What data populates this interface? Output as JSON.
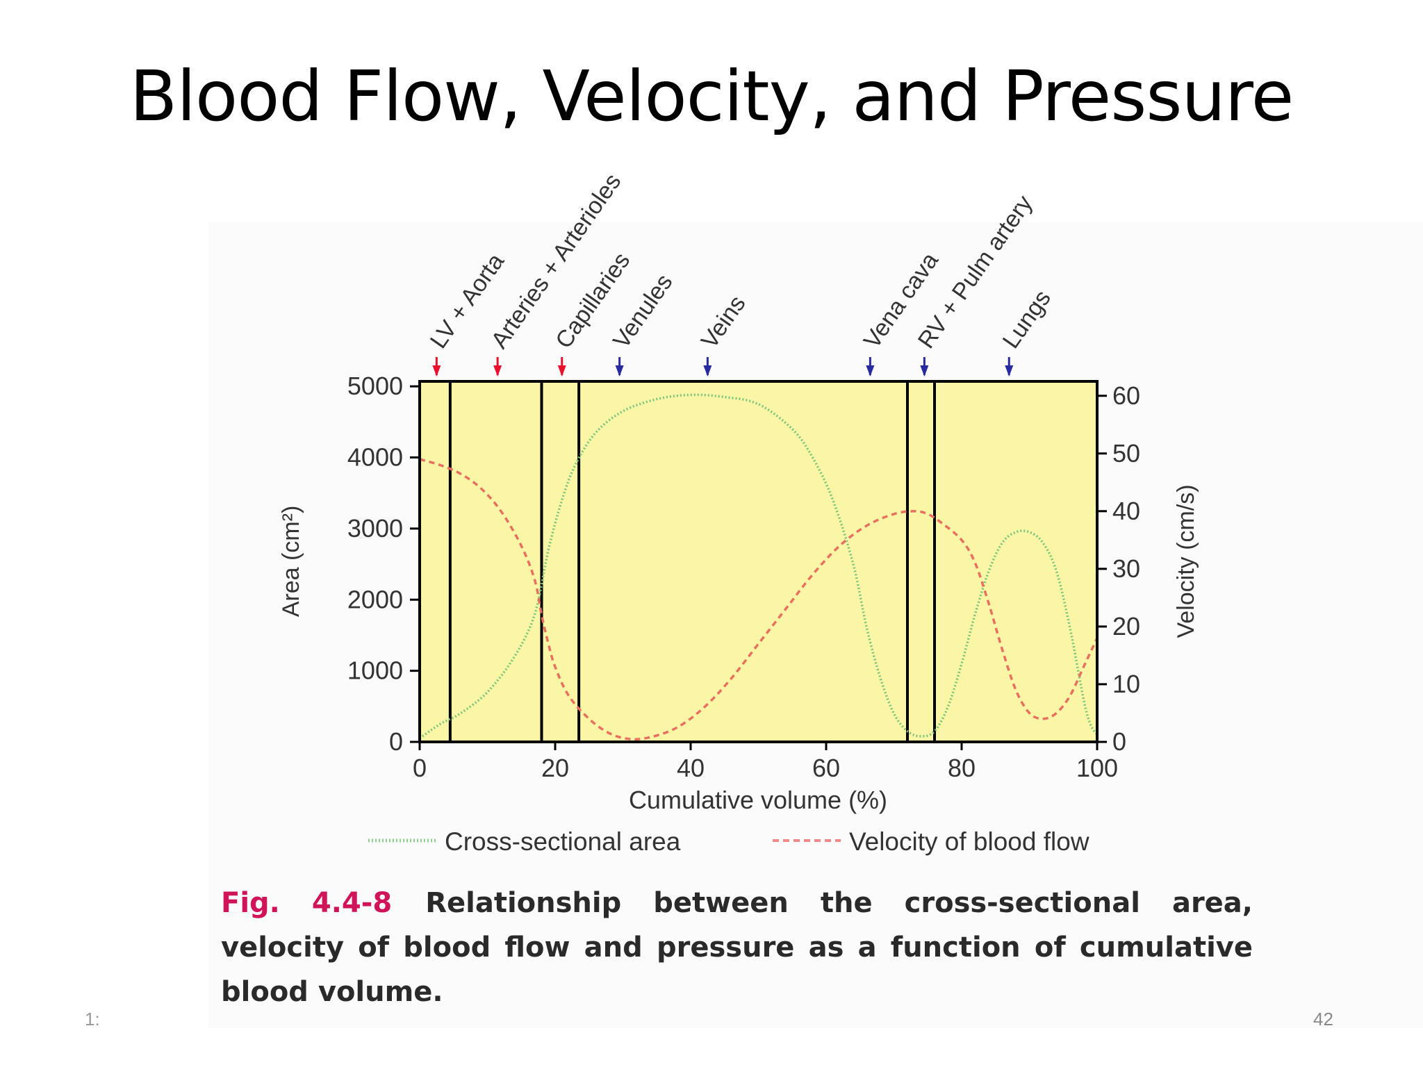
{
  "slide": {
    "title": "Blood Flow, Velocity, and Pressure",
    "footer_left": "1:",
    "page_number": "42"
  },
  "caption": {
    "fig_label": "Fig. 4.4-8",
    "text": "Relationship between the cross-sectional area, velocity of blood flow and pressure as a function of cumulative blood volume."
  },
  "chart_data": {
    "type": "line",
    "title": "",
    "xlabel": "Cumulative volume (%)",
    "ylabel_left": "Area (cm²)",
    "ylabel_right": "Velocity (cm/s)",
    "xlim": [
      0,
      100
    ],
    "ylim_left": [
      0,
      5000
    ],
    "ylim_right": [
      0,
      60
    ],
    "x_ticks": [
      "0",
      "20",
      "40",
      "60",
      "80",
      "100"
    ],
    "y_ticks_left": [
      "0",
      "1000",
      "2000",
      "3000",
      "4000",
      "5000"
    ],
    "y_ticks_right": [
      "0",
      "10",
      "20",
      "30",
      "40",
      "50",
      "60"
    ],
    "region_boundaries": [
      4.5,
      18,
      23.5,
      72,
      76
    ],
    "markers": [
      {
        "label": "LV + Aorta",
        "x": 2.5,
        "color": "#e8102a"
      },
      {
        "label": "Arteries + Arterioles",
        "x": 11.5,
        "color": "#e8102a"
      },
      {
        "label": "Capillaries",
        "x": 21,
        "color": "#e8102a"
      },
      {
        "label": "Venules",
        "x": 29.5,
        "color": "#2a2aa0"
      },
      {
        "label": "Veins",
        "x": 42.5,
        "color": "#2a2aa0"
      },
      {
        "label": "Vena cava",
        "x": 66.5,
        "color": "#2a2aa0"
      },
      {
        "label": "RV + Pulm artery",
        "x": 74.5,
        "color": "#2a2aa0"
      },
      {
        "label": "Lungs",
        "x": 87,
        "color": "#2a2aa0"
      }
    ],
    "series": [
      {
        "name": "Cross-sectional area",
        "axis": "left",
        "color": "#7cc47c",
        "style": "dotted",
        "x": [
          0,
          3,
          6,
          10,
          14,
          17,
          19,
          21,
          23,
          26,
          30,
          35,
          40,
          45,
          50,
          55,
          58,
          61,
          64,
          66,
          68,
          70,
          72,
          74,
          76,
          78,
          80,
          82,
          84,
          86,
          88,
          90,
          92,
          94,
          96,
          98,
          99,
          100
        ],
        "values": [
          50,
          250,
          400,
          700,
          1200,
          1800,
          2700,
          3400,
          3900,
          4350,
          4650,
          4820,
          4880,
          4850,
          4750,
          4400,
          4000,
          3400,
          2500,
          1600,
          900,
          400,
          150,
          80,
          150,
          500,
          1100,
          1800,
          2400,
          2800,
          2950,
          2950,
          2800,
          2400,
          1600,
          600,
          250,
          100
        ]
      },
      {
        "name": "Velocity of blood flow",
        "axis": "right",
        "color": "#e87060",
        "style": "dashed",
        "x": [
          0,
          3,
          6,
          9,
          12,
          15,
          17,
          18,
          19,
          20,
          22,
          25,
          28,
          31,
          34,
          38,
          42,
          46,
          50,
          54,
          58,
          62,
          66,
          70,
          73,
          75,
          77,
          80,
          82,
          84,
          86,
          88,
          90,
          92,
          94,
          96,
          98,
          100
        ],
        "values": [
          49,
          48,
          46.5,
          44,
          40,
          34,
          28,
          22,
          17,
          13,
          8,
          4,
          1.5,
          0.5,
          0.8,
          2.5,
          6,
          11,
          17,
          23,
          29,
          34,
          37.5,
          39.5,
          40,
          39.5,
          38,
          35,
          31,
          24,
          16,
          9,
          5,
          4,
          5,
          8,
          13,
          18
        ]
      }
    ]
  }
}
